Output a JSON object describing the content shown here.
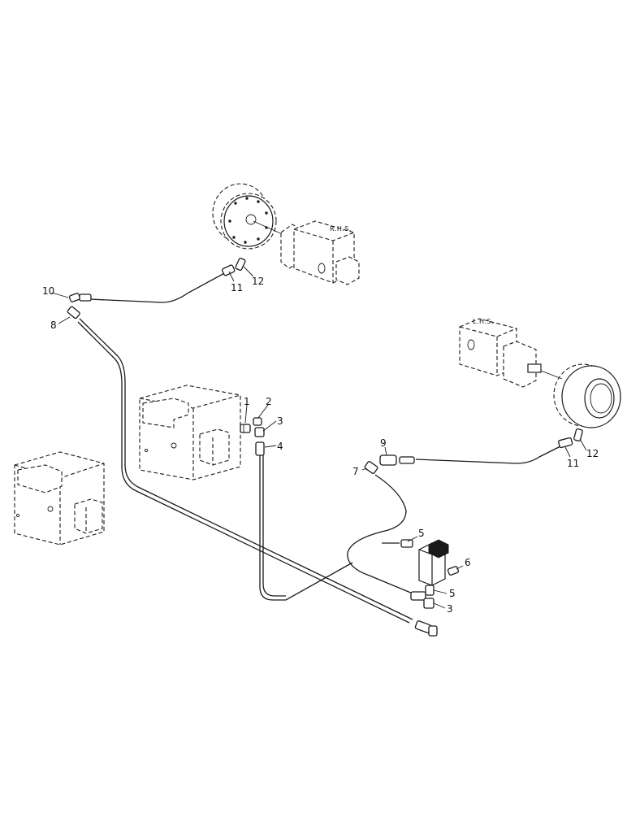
{
  "labels": {
    "rhs": "R.H.S.",
    "lhs": "L.H.S."
  },
  "callouts": {
    "c1": "1",
    "c2": "2",
    "c3a": "3",
    "c3b": "3",
    "c4": "4",
    "c5a": "5",
    "c5b": "5",
    "c6": "6",
    "c7": "7",
    "c8": "8",
    "c9": "9",
    "c10": "10",
    "c11a": "11",
    "c11b": "11",
    "c12a": "12",
    "c12b": "12"
  }
}
